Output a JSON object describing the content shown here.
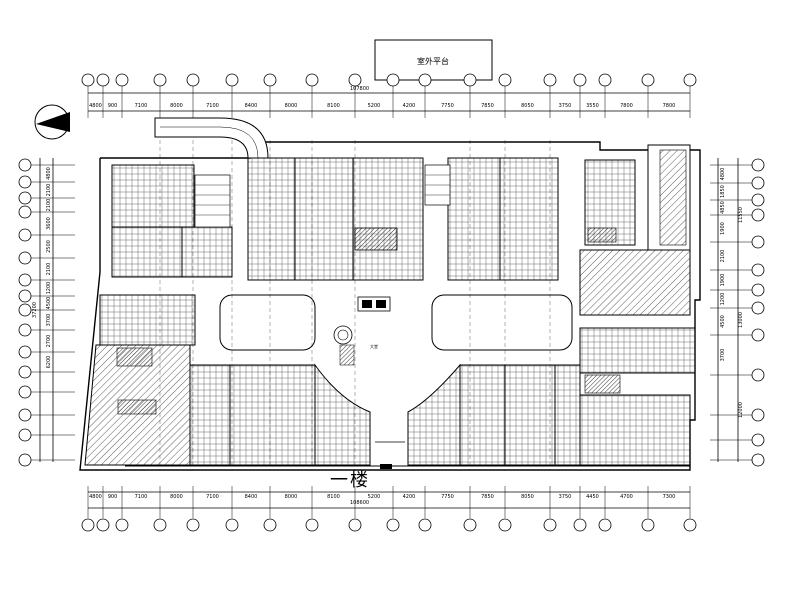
{
  "floor_label": "一楼",
  "title_box": "室外平台",
  "lobby_label": "大堂",
  "top_dims": [
    "4800",
    "900",
    "7100",
    "8000",
    "7100",
    "8400",
    "8000",
    "8100",
    "5200",
    "4200",
    "7750",
    "7850",
    "8050",
    "3750",
    "3550",
    "7800",
    "7800"
  ],
  "bottom_dims": [
    "4800",
    "900",
    "7100",
    "8000",
    "7100",
    "8400",
    "8000",
    "8100",
    "5200",
    "4200",
    "7750",
    "7850",
    "8050",
    "3750",
    "4450",
    "4700",
    "7300"
  ],
  "top_total": "107800",
  "bottom_total": "108600",
  "left_dims": [
    "4800",
    "2100",
    "2100",
    "3600",
    "2500",
    "2100",
    "1200",
    "4500",
    "3700",
    "2700",
    "6200"
  ],
  "right_dims": [
    "4800",
    "1850",
    "4850",
    "1900",
    "2100",
    "1900",
    "1200",
    "4500",
    "3700"
  ],
  "right_totals": [
    "11550",
    "13000",
    "12000"
  ],
  "left_total": "37200",
  "colors": {
    "line": "#000000",
    "hatch": "#222222",
    "paper": "#ffffff"
  }
}
